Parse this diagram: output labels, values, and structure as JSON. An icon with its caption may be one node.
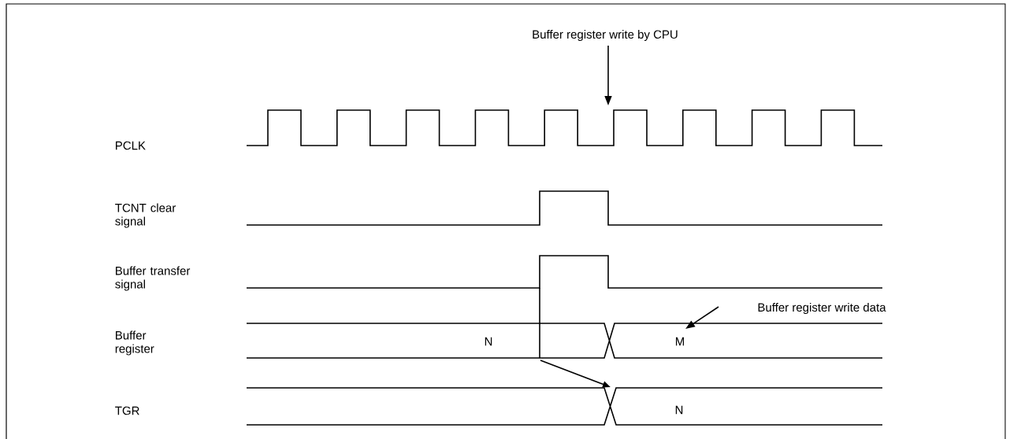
{
  "diagram": {
    "nodes": [
      {
        "text": [
          "Buffer register write by CPU"
        ]
      },
      {
        "text": [],
        "shape": "picture"
      },
      {
        "text": [
          "Buffer register write data"
        ]
      },
      {
        "text": [
          "M"
        ]
      }
    ],
    "edges": [
      {
        "from": 0,
        "to": 1,
        "arrow": "to"
      },
      {
        "from": 2,
        "to": 3,
        "arrow": "to"
      }
    ],
    "labels": [
      "PCLK",
      "TCNT clear signal",
      "Buffer transfer signal",
      "Buffer register",
      "N",
      "TGR",
      "N"
    ]
  }
}
